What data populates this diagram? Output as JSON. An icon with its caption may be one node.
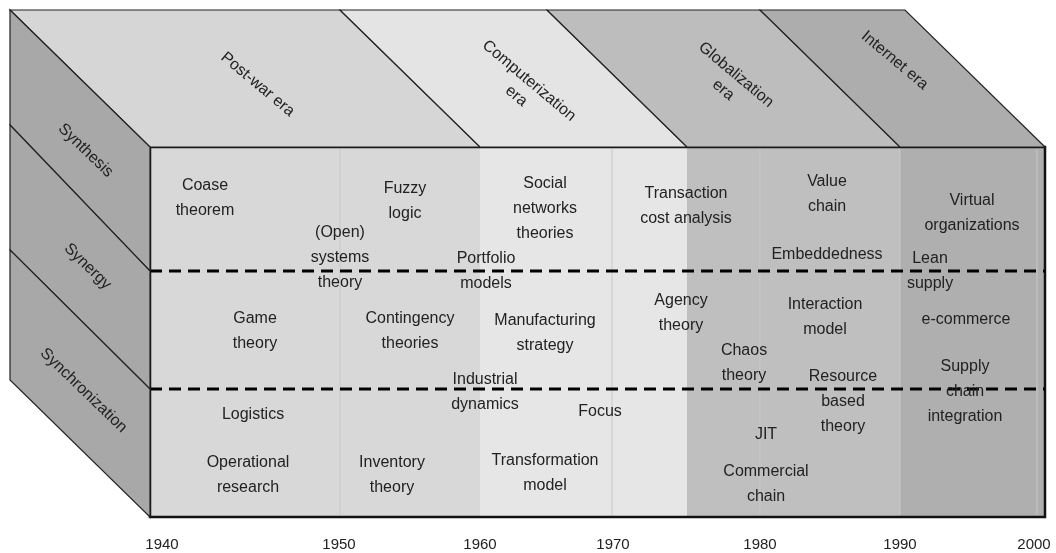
{
  "diagram": {
    "nodes": [
      {
        "text": [
          "Post-war era"
        ]
      },
      {
        "text": [
          "Computerization era"
        ]
      },
      {
        "text": [
          "Globalization era"
        ]
      },
      {
        "text": [
          "Internet era"
        ]
      },
      {
        "text": [
          "Synthesis"
        ]
      },
      {
        "text": [
          "Synergy"
        ]
      },
      {
        "text": [
          "Synchronization"
        ]
      }
    ],
    "labels": [
      "Coase theorem",
      "Fuzzy logic",
      "Social networks theories",
      "Transaction cost analysis",
      "Value chain",
      "Virtual organizations",
      "(Open) systems theory",
      "Portfolio models",
      "Embeddedness",
      "Lean supply",
      "Game theory",
      "Contingency theories",
      "Manufacturing strategy",
      "Agency theory",
      "Interaction model",
      "e-commerce",
      "Chaos theory",
      "Resource based theory",
      "Supply chain integration",
      "Industrial dynamics",
      "Logistics",
      "Focus",
      "JIT",
      "Operational research",
      "Inventory theory",
      "Transformation model",
      "Commercial chain",
      "1940",
      "1950",
      "1960",
      "1970",
      "1980",
      "1990",
      "2000"
    ]
  }
}
